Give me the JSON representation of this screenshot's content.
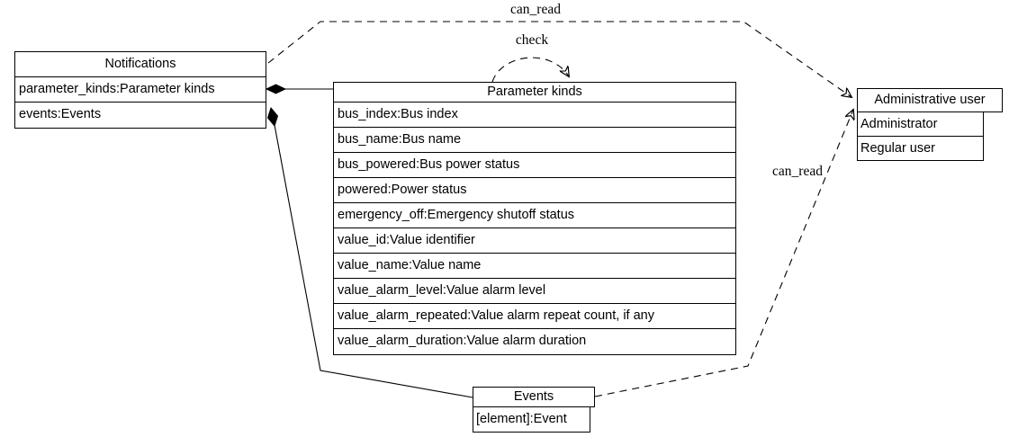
{
  "diagram": {
    "background_color": "#ffffff",
    "line_color": "#000000",
    "nodes": {
      "notifications": {
        "title": "Notifications",
        "rows": [
          "parameter_kinds:Parameter kinds",
          "events:Events"
        ]
      },
      "parameter_kinds": {
        "title": "Parameter kinds",
        "rows": [
          "bus_index:Bus index",
          "bus_name:Bus name",
          "bus_powered:Bus power status",
          "powered:Power status",
          "emergency_off:Emergency shutoff status",
          "value_id:Value identifier",
          "value_name:Value name",
          "value_alarm_level:Value alarm level",
          "value_alarm_repeated:Value alarm repeat count, if any",
          "value_alarm_duration:Value alarm duration"
        ]
      },
      "administrative_user": {
        "title": "Administrative user",
        "rows": [
          "Administrator",
          "Regular user"
        ]
      },
      "events": {
        "title": "Events",
        "rows": [
          "[element]:Event"
        ]
      }
    },
    "edges": {
      "can_read_top": {
        "label": "can_read",
        "from": "notifications",
        "to": "administrative_user",
        "style": "dashed-arrow"
      },
      "check_loop": {
        "label": "check",
        "from": "parameter_kinds",
        "to": "parameter_kinds",
        "style": "dashed-arrow"
      },
      "can_read_right": {
        "label": "can_read",
        "from": "events",
        "to": "administrative_user",
        "style": "dashed-arrow"
      },
      "composition_parameter_kinds": {
        "label": "",
        "from": "notifications.parameter_kinds",
        "to": "parameter_kinds",
        "style": "solid-diamond"
      },
      "composition_events": {
        "label": "",
        "from": "notifications.events",
        "to": "events",
        "style": "solid-diamond"
      }
    }
  }
}
